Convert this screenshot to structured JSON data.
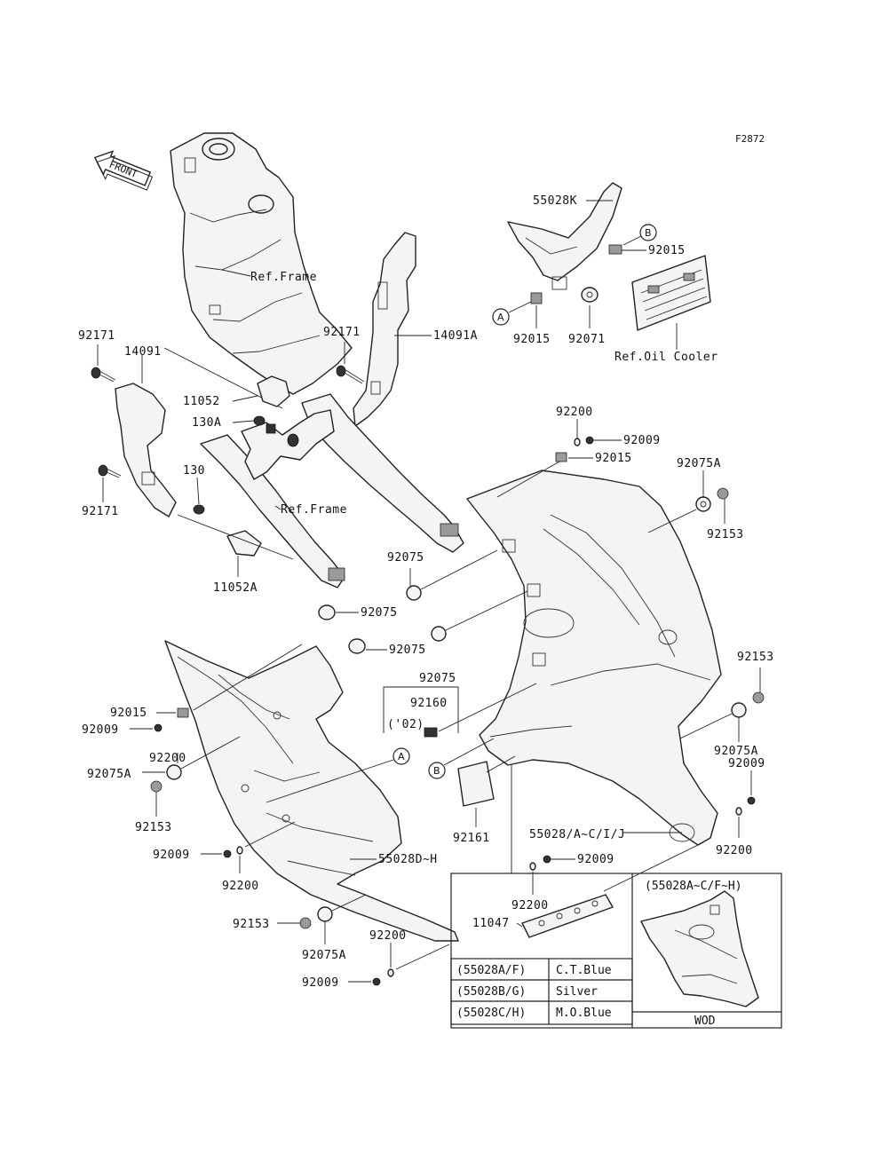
{
  "figure_id": "F2872",
  "front_label": "FRONT",
  "labels": {
    "l55028K": "55028K",
    "l92015_top_right": "92015",
    "l92015_a": "92015",
    "l92071": "92071",
    "ref_oil_cooler": "Ref.Oil Cooler",
    "ref_frame_upper": "Ref.Frame",
    "ref_frame_lower": "Ref.Frame",
    "l14091A": "14091A",
    "l92171_center": "92171",
    "l92171_left_top": "92171",
    "l14091": "14091",
    "l11052": "11052",
    "l130A": "130A",
    "l130": "130",
    "l92171_left_bottom": "92171",
    "l11052A": "11052A",
    "l92200_top": "92200",
    "l92009_top": "92009",
    "l92015_mid": "92015",
    "l92075A_right_top": "92075A",
    "l92153_right_top": "92153",
    "l92075_mid": "92075",
    "l92075_left_1": "92075",
    "l92075_left_2": "92075",
    "l92075_box": "92075",
    "l92160": "92160",
    "l02": "('02)",
    "l92015_left": "92015",
    "l92009_left": "92009",
    "l92200_left": "92200",
    "l92075A_left": "92075A",
    "l92153_left": "92153",
    "l92161": "92161",
    "l92153_right_mid": "92153",
    "l92075A_right_mid": "92075A",
    "l92009_right_mid": "92009",
    "l92200_right_mid": "92200",
    "l55028_main": "55028/A~C/I/J",
    "l92009_lower_left": "92009",
    "l92200_lower_left": "92200",
    "l55028D_H": "55028D~H",
    "l92009_lower_center": "92009",
    "l92200_lower_center": "92200",
    "l11047": "11047",
    "l92153_bottom": "92153",
    "l92075A_bottom": "92075A",
    "l92200_bottom": "92200",
    "l92009_bottom": "92009"
  },
  "markers": {
    "A": "A",
    "B": "B"
  },
  "color_table": {
    "rows": [
      {
        "code": "(55028A/F)",
        "color": "C.T.Blue"
      },
      {
        "code": "(55028B/G)",
        "color": "Silver"
      },
      {
        "code": "(55028C/H)",
        "color": "M.O.Blue"
      }
    ]
  },
  "inset": {
    "title": "(55028A~C/F~H)",
    "caption": "WOD"
  }
}
